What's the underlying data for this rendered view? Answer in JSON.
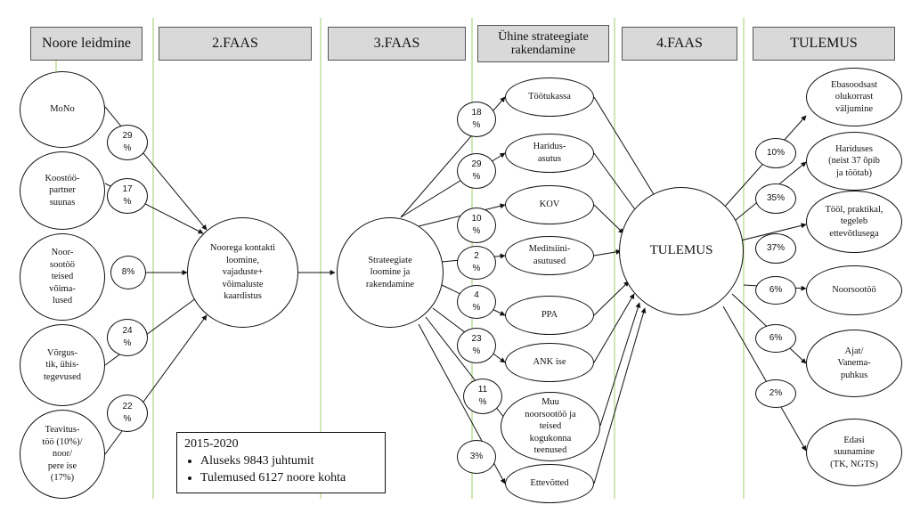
{
  "headers": [
    "Noore leidmine",
    "2.FAAS",
    "3.FAAS",
    "Ühine strateegiate\nrakendamine",
    "4.FAAS",
    "TULEMUS"
  ],
  "sources": [
    {
      "label": "MoNo",
      "pct": "29\n%"
    },
    {
      "label": "Koostöö-\npartner\nsuunas",
      "pct": "17\n%"
    },
    {
      "label": "Noor-\nsootöö\nteised\nvõima-\nlused",
      "pct": "8%"
    },
    {
      "label": "Võrgus-\ntik, ühis-\ntegevused",
      "pct": "24\n%"
    },
    {
      "label": "Teavitus-\ntöö (10%)/\nnoor/\npere ise\n(17%)",
      "pct": "22\n%"
    }
  ],
  "phase2": "Nooregа kontakti\nloomine,\nvajaduste+\nvõimaluste\nkaardistus",
  "phase3": "Strateegiate\nloomine ja\nrakendamine",
  "strategies": [
    {
      "label": "Töötukassa",
      "pct": "18\n%"
    },
    {
      "label": "Haridus-\nasutus",
      "pct": "29\n%"
    },
    {
      "label": "KOV",
      "pct": "10\n%"
    },
    {
      "label": "Meditsiini-\nasutused",
      "pct": "2\n%"
    },
    {
      "label": "PPA",
      "pct": "4\n%"
    },
    {
      "label": "ANK ise",
      "pct": "23\n%"
    },
    {
      "label": "Muu\nnoorsootöö ja\nteised\nkogukonna\nteenused",
      "pct": "11\n%"
    },
    {
      "label": "Ettevõtted",
      "pct": "3%"
    }
  ],
  "phase4": "TULEMUS",
  "outcomes": [
    {
      "label": "Ebasoodsast\nolukorrast\nväljumine",
      "pct": "10%"
    },
    {
      "label": "Hariduses\n(neist 37 õpib\nja töötab)",
      "pct": "35%"
    },
    {
      "label": "Tööl, praktikal,\ntegeleb\nettevõtlusega",
      "pct": "37%"
    },
    {
      "label": "Noorsootöö",
      "pct": "6%"
    },
    {
      "label": "Ajat/\nVanema-\npuhkus",
      "pct": "6%"
    },
    {
      "label": "Edasi\nsuunamine\n(TK, NGTS)",
      "pct": "2%"
    }
  ],
  "summary": {
    "title": "2015-2020",
    "items": [
      "Aluseks 9843 juhtumit",
      "Tulemused 6127 noore kohta"
    ]
  }
}
